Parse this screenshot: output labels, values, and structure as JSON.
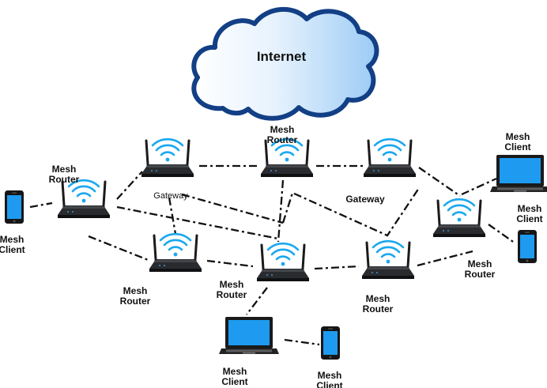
{
  "internet": {
    "label": "Internet"
  },
  "labels": {
    "mesh_router": "Mesh\nRouter",
    "mesh_client": "Mesh\nClient",
    "gateway": "Gateway"
  },
  "colors": {
    "cloud_fill_light": "#ffffff",
    "cloud_fill_dark": "#9ccbf5",
    "cloud_stroke": "#123f85",
    "wifi_blue": "#1aa8ef",
    "router_body": "#202124",
    "screen_blue": "#1e9bf0",
    "link_line": "#111111"
  }
}
